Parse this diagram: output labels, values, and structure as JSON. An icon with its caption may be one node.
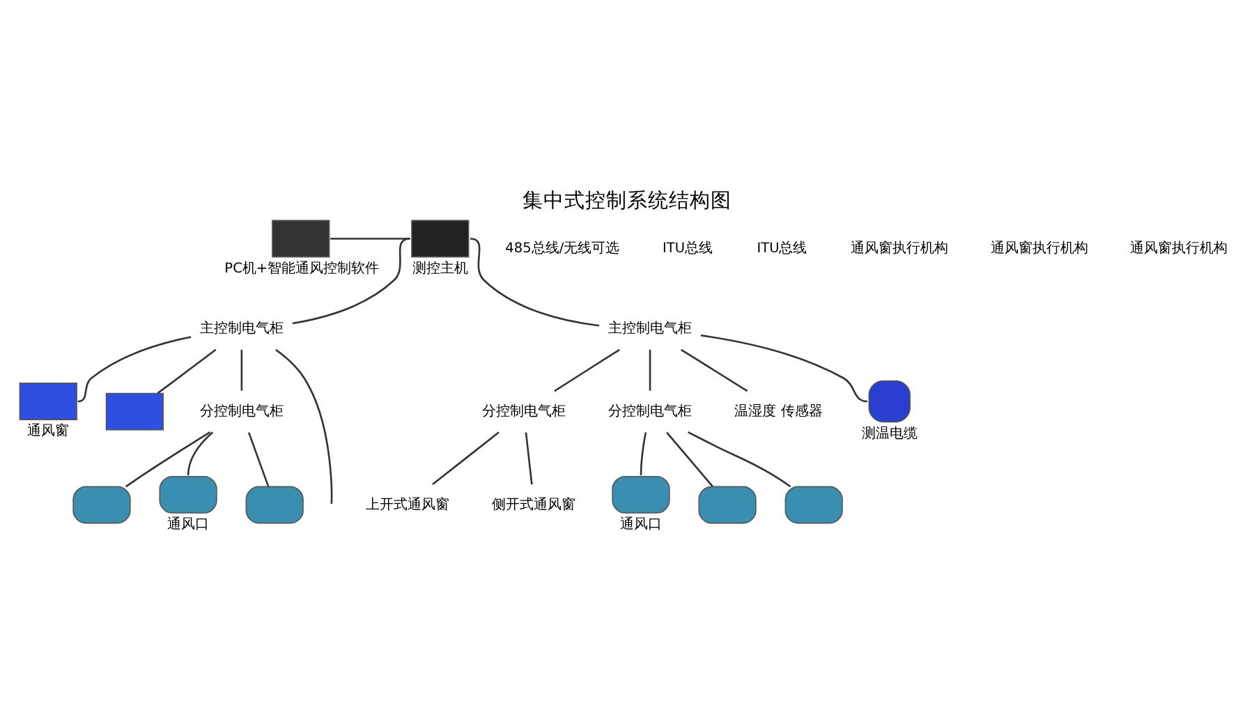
{
  "diagram": {
    "title": "集中式控制系统结构图",
    "nodes": [
      {
        "text": [],
        "shape": "box",
        "beside": [
          "PC机+智能通风控制软件"
        ]
      },
      {
        "text": [],
        "shape": "box",
        "beside": [
          "测控主机"
        ]
      },
      {
        "text": [
          "主控制电气柜"
        ]
      },
      {
        "text": [],
        "shape": "box",
        "beside": [
          "通风窗"
        ]
      },
      {
        "text": [],
        "shape": "box"
      },
      {
        "text": [
          "分控制电气柜"
        ]
      },
      {
        "text": [],
        "shape": "cylinder"
      },
      {
        "text": [],
        "shape": "cylinder",
        "beside": [
          "通风口"
        ]
      },
      {
        "text": [],
        "shape": "cylinder"
      },
      {
        "text": [
          "主控制电气柜"
        ]
      },
      {
        "text": [
          "分控制电气柜"
        ]
      },
      {
        "text": [
          "分控制电气柜"
        ]
      },
      {
        "text": [
          "温湿度 传感器"
        ]
      },
      {
        "text": [],
        "shape": "circle",
        "beside": [
          "测温电缆"
        ]
      },
      {
        "text": [
          "上开式通风窗"
        ]
      },
      {
        "text": [
          "侧开式通风窗"
        ]
      },
      {
        "text": [],
        "shape": "cylinder",
        "beside": [
          "通风口"
        ]
      },
      {
        "text": [],
        "shape": "cylinder"
      },
      {
        "text": [],
        "shape": "cylinder"
      }
    ],
    "edges": [
      {
        "from": 0,
        "to": 1,
        "arrow": "none"
      },
      {
        "from": 1,
        "to": 2,
        "arrow": "none"
      },
      {
        "from": 2,
        "to": null,
        "arrow": "none"
      },
      {
        "from": 2,
        "to": 3,
        "arrow": "none"
      },
      {
        "from": 2,
        "to": 4,
        "arrow": "none"
      },
      {
        "from": 2,
        "to": 5,
        "arrow": "none"
      },
      {
        "from": 5,
        "to": 6,
        "arrow": "none"
      },
      {
        "from": 5,
        "to": 7,
        "arrow": "none"
      },
      {
        "from": 5,
        "to": 8,
        "arrow": "none"
      },
      {
        "from": 1,
        "to": 9,
        "arrow": "none"
      },
      {
        "from": 9,
        "to": 10,
        "arrow": "none"
      },
      {
        "from": 9,
        "to": 11,
        "arrow": "none"
      },
      {
        "from": 9,
        "to": 12,
        "arrow": "none"
      },
      {
        "from": 9,
        "to": 13,
        "arrow": "none"
      },
      {
        "from": 10,
        "to": 14,
        "arrow": "none"
      },
      {
        "from": 10,
        "to": 15,
        "arrow": "none"
      },
      {
        "from": 11,
        "to": 16,
        "arrow": "none"
      },
      {
        "from": 11,
        "to": 17,
        "arrow": "none"
      },
      {
        "from": 11,
        "to": 18,
        "arrow": "none"
      }
    ],
    "labels": [
      "485总线/无线可选",
      "ITU总线",
      "ITU总线",
      "通风窗执行机构",
      "通风窗执行机构",
      "通风窗执行机构"
    ]
  }
}
